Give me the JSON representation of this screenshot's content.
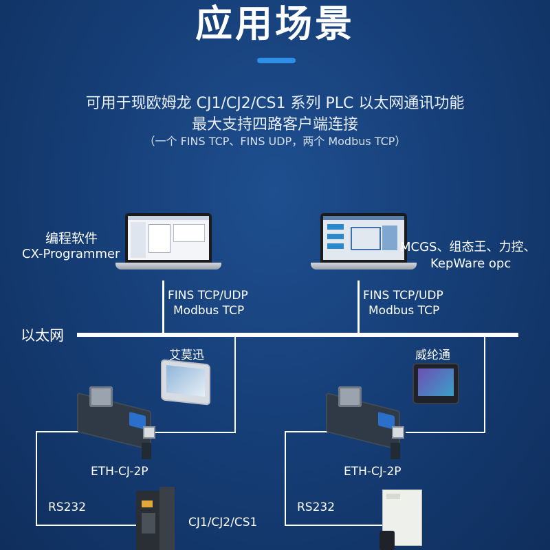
{
  "header": {
    "title": "应用场景",
    "line1": "可用于现欧姆龙 CJ1/CJ2/CS1 系列 PLC 以太网通讯功能",
    "line2": "最大支持四路客户端连接",
    "line3": "（一个 FINS TCP、FINS UDP，两个 Modbus TCP）"
  },
  "left_pc": {
    "software_label": "编程软件",
    "software_name": "CX-Programmer",
    "protocol1": "FINS TCP/UDP",
    "protocol2": "Modbus TCP"
  },
  "right_pc": {
    "software_label": "MCGS、组态王、力控、",
    "software_name": "KepWare opc",
    "protocol1": "FINS TCP/UDP",
    "protocol2": "Modbus TCP"
  },
  "network": {
    "label": "以太网"
  },
  "left_branch": {
    "hmi_label": "艾莫迅",
    "module_label": "ETH-CJ-2P",
    "serial_label": "RS232",
    "plc_label": "CJ1/CJ2/CS1"
  },
  "right_branch": {
    "hmi_label": "威纶通",
    "module_label": "ETH-CJ-2P",
    "serial_label": "RS232"
  },
  "colors": {
    "background": "#163f78",
    "accent": "#2e8fe6",
    "line": "#ffffff"
  }
}
